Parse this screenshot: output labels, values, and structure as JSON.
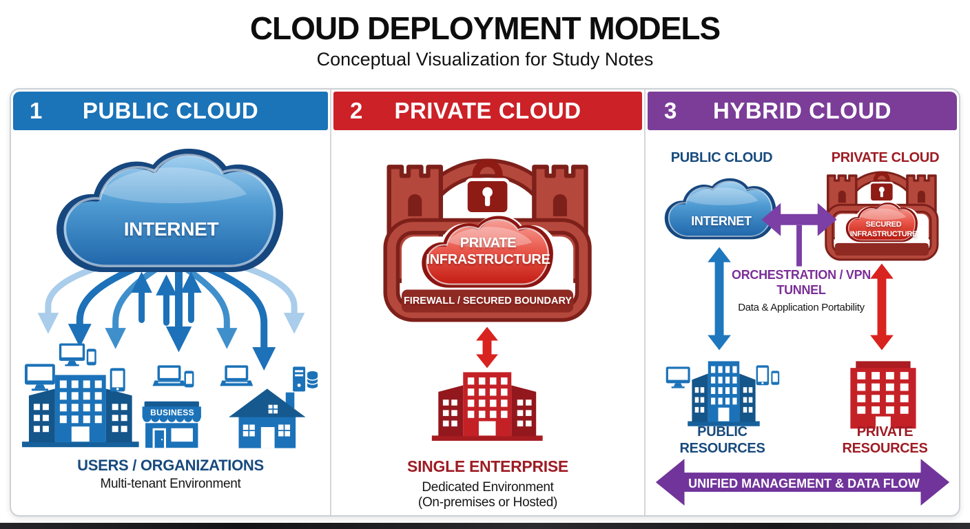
{
  "title": "CLOUD DEPLOYMENT MODELS",
  "subtitle": "Conceptual Visualization for Study Notes",
  "colors": {
    "public_header_blue": "#1b73b8",
    "private_header_red": "#cb2127",
    "hybrid_header_purple": "#7b3d98",
    "navy_text": "#174a7d",
    "dark_red_text": "#9e1c24",
    "purple_text": "#7b2f98",
    "purple_arrow": "#7c3fa5",
    "purple_banner": "#70349a"
  },
  "panels": {
    "public": {
      "number": "1",
      "title": "PUBLIC CLOUD",
      "cloud_label": "INTERNET",
      "storefront_sign": "BUSINESS",
      "caption": "USERS / ORGANIZATIONS",
      "subcaption": "Multi-tenant Environment"
    },
    "private": {
      "number": "2",
      "title": "PRIVATE CLOUD",
      "cloud_label": "PRIVATE INFRASTRUCTURE",
      "boundary_label": "FIREWALL / SECURED BOUNDARY",
      "caption": "SINGLE ENTERPRISE",
      "subcaption_line1": "Dedicated Environment",
      "subcaption_line2": "(On-premises or Hosted)"
    },
    "hybrid": {
      "number": "3",
      "title": "HYBRID CLOUD",
      "public_side_label": "PUBLIC CLOUD",
      "private_side_label": "PRIVATE CLOUD",
      "cloud_label": "INTERNET",
      "secured_label": "SECURED INFRASTRUCTURE",
      "link_label": "ORCHESTRATION / VPN TUNNEL",
      "link_sublabel": "Data & Application Portability",
      "public_resources_label": "PUBLIC RESOURCES",
      "private_resources_label": "PRIVATE RESOURCES",
      "bottom_banner_label": "UNIFIED MANAGEMENT & DATA FLOW"
    }
  }
}
